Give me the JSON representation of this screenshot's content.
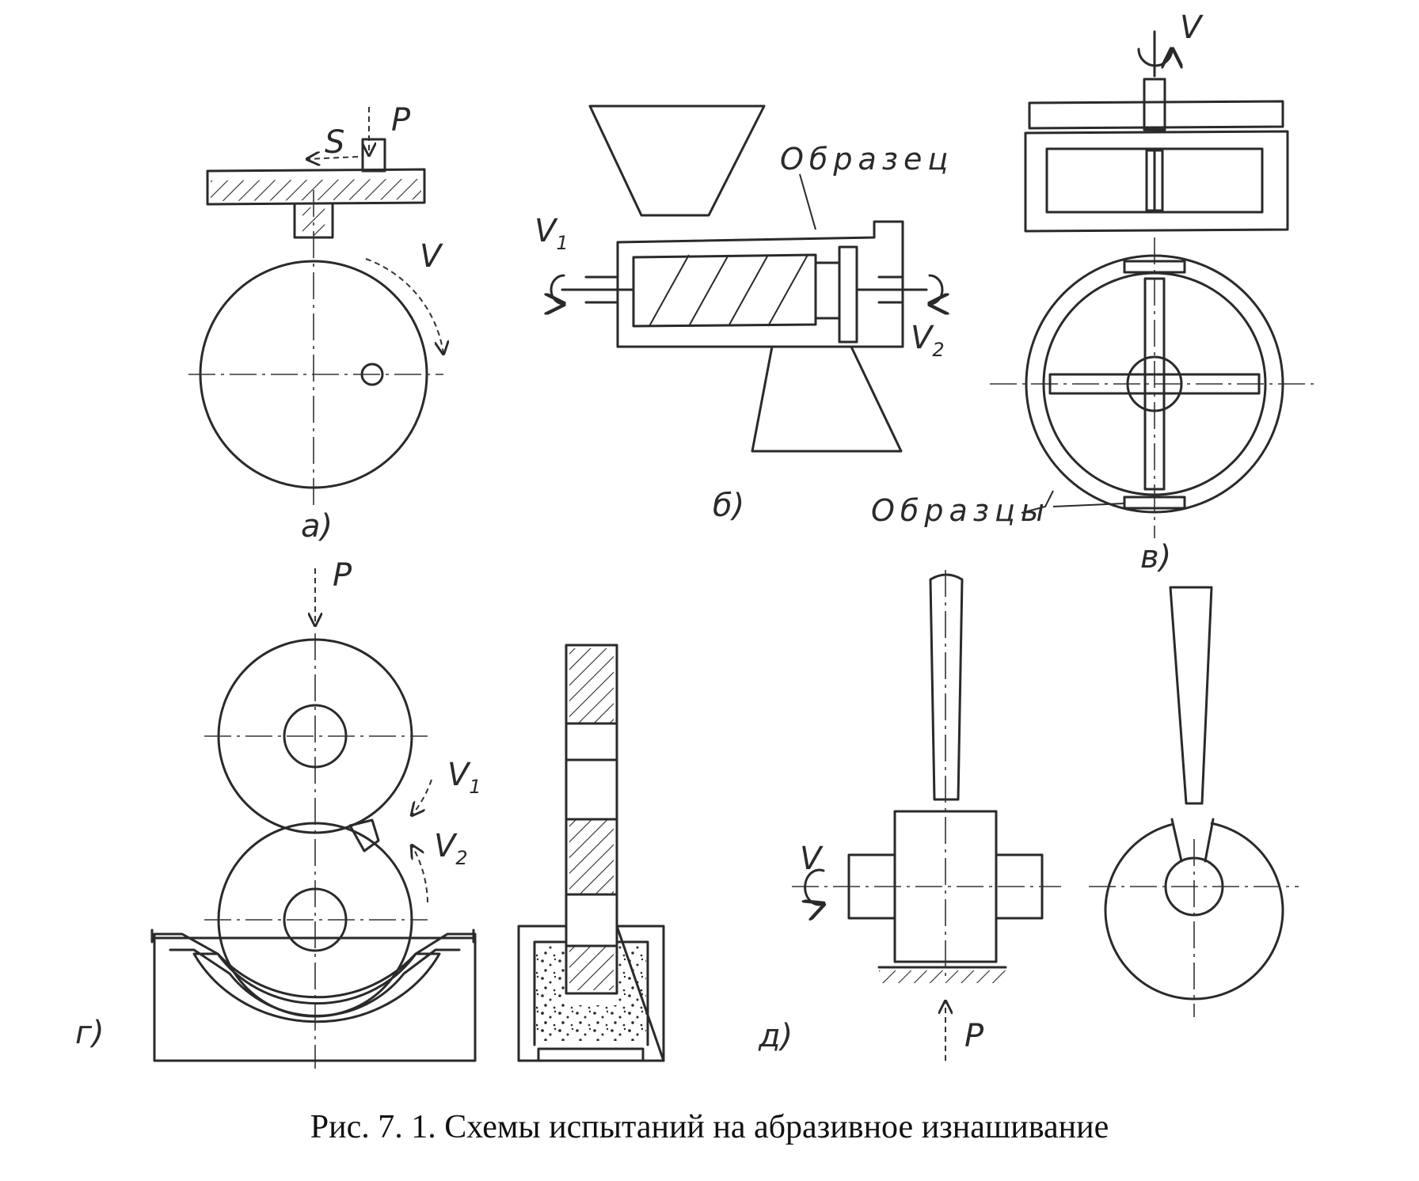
{
  "caption": "Рис. 7. 1. Схемы испытаний на абразивное изнашивание",
  "panels": {
    "a": {
      "tag": "a)",
      "force": "P",
      "feed": "S",
      "speed": "V"
    },
    "b": {
      "tag": "б)",
      "specimen": "Образец",
      "speed_1": "V",
      "speed_1_sub": "1",
      "speed_2": "V",
      "speed_2_sub": "2"
    },
    "v": {
      "tag": "в)",
      "speed": "V",
      "specimens": "Образцы"
    },
    "g": {
      "tag": "г)",
      "force": "P",
      "speed_1": "V",
      "speed_1_sub": "1",
      "speed_2": "V",
      "speed_2_sub": "2"
    },
    "d": {
      "tag": "д)",
      "speed": "V",
      "force": "P"
    }
  },
  "colors": {
    "ink": "#2a2a2a",
    "paper": "#ffffff"
  }
}
